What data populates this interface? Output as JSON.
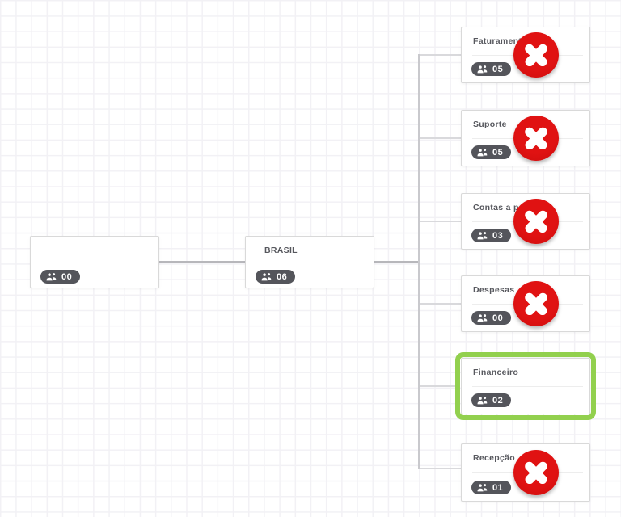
{
  "app": {
    "view": "organization-chart"
  },
  "colors": {
    "grid_line": "#f2f1f5",
    "card_border": "#d9d9d9",
    "badge_background": "#54555b",
    "connector_gray": "#c9c9cd",
    "deny_red": "#d90f0f",
    "highlight_green": "#92d04e"
  },
  "icons": {
    "members": "users-group-icon",
    "denied": "x-mark-icon"
  },
  "nodes": {
    "root": {
      "label": "",
      "count": "00",
      "denied": false,
      "highlighted": false
    },
    "parent": {
      "label": "BRASIL",
      "count": "06",
      "denied": false,
      "highlighted": false
    },
    "children": [
      {
        "label": "Faturamento",
        "count": "05",
        "denied": true,
        "highlighted": false
      },
      {
        "label": "Suporte",
        "count": "05",
        "denied": true,
        "highlighted": false
      },
      {
        "label": "Contas a pagar",
        "count": "03",
        "denied": true,
        "highlighted": false
      },
      {
        "label": "Despesas",
        "count": "00",
        "denied": true,
        "highlighted": false
      },
      {
        "label": "Financeiro",
        "count": "02",
        "denied": false,
        "highlighted": true
      },
      {
        "label": "Recepção",
        "count": "01",
        "denied": true,
        "highlighted": false
      }
    ]
  }
}
